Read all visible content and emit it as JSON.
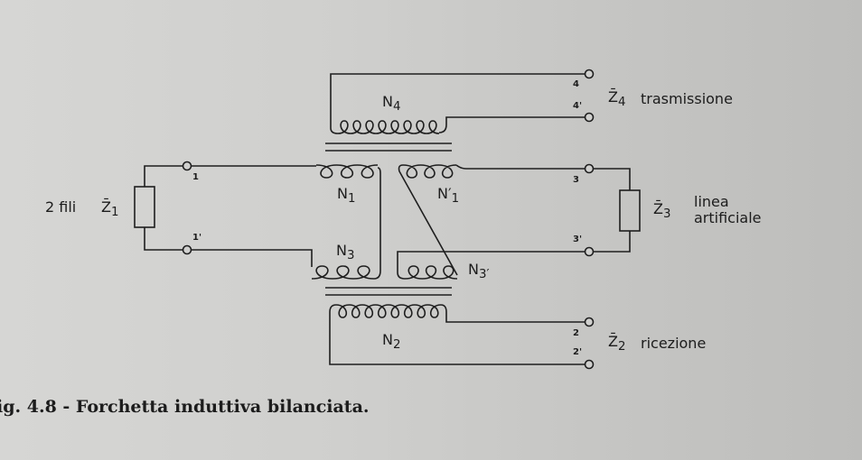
{
  "labels": {
    "two_wire": "2 fili",
    "z1": "Z̄",
    "z1_sub": "1",
    "z2": "Z̄",
    "z2_sub": "2",
    "z2_desc": "ricezione",
    "z3": "Z̄",
    "z3_sub": "3",
    "z3_desc_1": "linea",
    "z3_desc_2": "artificiale",
    "z4": "Z̄",
    "z4_sub": "4",
    "z4_desc": "trasmissione"
  },
  "windings": {
    "n1": "N",
    "n1_sub": "1",
    "n1p": "N′",
    "n1p_sub": "1",
    "n2": "N",
    "n2_sub": "2",
    "n3": "N",
    "n3_sub": "3",
    "n3p": "N",
    "n3p_sub": "3′",
    "n4": "N",
    "n4_sub": "4"
  },
  "terminals": {
    "t1": "1",
    "t1p": "1'",
    "t2": "2",
    "t2p": "2'",
    "t3": "3",
    "t3p": "3'",
    "t4": "4",
    "t4p": "4'"
  },
  "caption": "ig. 4.8 - Forchetta induttiva bilanciata.",
  "colors": {
    "ink": "#1e1e1e"
  }
}
